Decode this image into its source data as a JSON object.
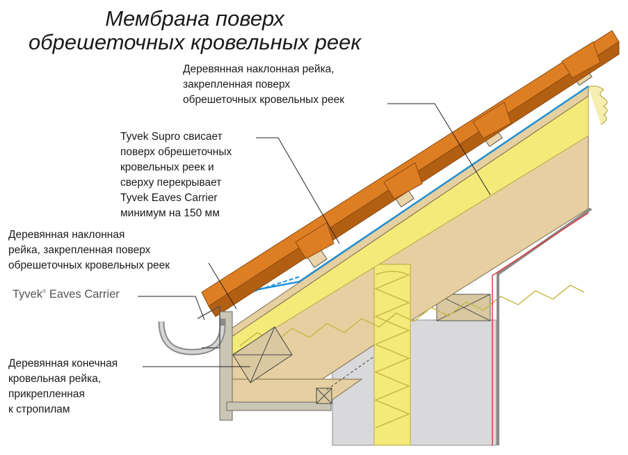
{
  "title": {
    "line1": "Мембрана поверх",
    "line2": "обрешеточных кровельных реек"
  },
  "labels": {
    "top_batten": [
      "Деревянная наклонная рейка,",
      "закрепленная поверх",
      "обрешеточных кровельных реек"
    ],
    "tyvek_supro": [
      "Tyvek Supro свисает",
      "поверх обрешеточных",
      "кровельных реек и",
      "сверху перекрывает",
      "Tyvek Eaves Carrier",
      "минимум на 150 мм"
    ],
    "lower_batten": [
      "Деревянная наклонная",
      "рейка, закрепленная поверх",
      "обрешеточных кровельных реек"
    ],
    "eaves_carrier": {
      "brand": "Tyvek",
      "mark": "®",
      "product": "Eaves Carrier"
    },
    "end_batten": [
      "Деревянная конечная",
      "кровельная рейка,",
      "прикрепленная",
      "к стропилам"
    ]
  },
  "colors": {
    "tile": "#de7e23",
    "tile_dark": "#b35f12",
    "timber": "#e6cfa0",
    "insulation": "#f3ea7a",
    "membrane_blue": "#1e90d6",
    "wall_grey": "#d9d9db",
    "fascia_grey": "#c9c6b4",
    "flashing_red": "#e03a3a"
  }
}
